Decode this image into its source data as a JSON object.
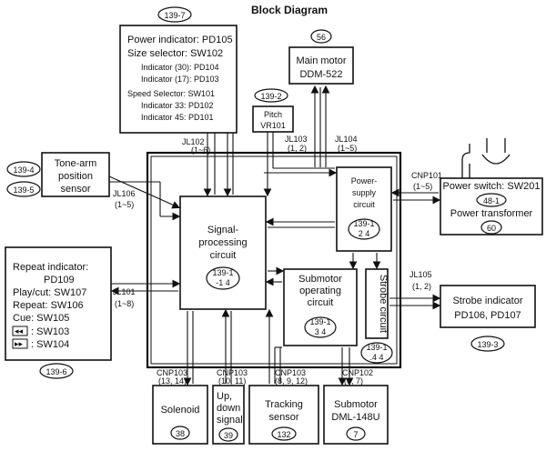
{
  "title": "Block Diagram",
  "blocks": {
    "top_indicator": {
      "ref": "139-7",
      "lines": [
        "Power indicator: PD105",
        "Size selector:     SW102",
        "Indicator (30): PD104",
        "Indicator (17): PD103",
        "Speed Selector:  SW101",
        "Indicator 33:  PD102",
        "Indicator 45:  PD101"
      ]
    },
    "main_motor": {
      "ref": "56",
      "line1": "Main motor",
      "line2": "DDM-522"
    },
    "pitch": {
      "ref": "139-2",
      "line1": "Pitch",
      "line2": "VR101"
    },
    "tonearm": {
      "refs": [
        "139-4",
        "139-5"
      ],
      "lines": [
        "Tone-arm",
        "position",
        "sensor"
      ]
    },
    "power_switch": {
      "line1": "Power switch: SW201",
      "ref1": "48-1",
      "line2": "Power transformer",
      "ref2": "60"
    },
    "repeat": {
      "ref": "139-6",
      "lines": [
        "Repeat indicator:",
        "PD109",
        "Play/cut: SW107",
        "Repeat:   SW106",
        "Cue:          SW105",
        ":       SW103",
        ":       SW104"
      ]
    },
    "strobe_indicator": {
      "ref": "139-3",
      "line1": "Strobe indicator",
      "line2": "PD106, PD107"
    },
    "signal": {
      "lines": [
        "Signal-",
        "processing",
        "circuit"
      ],
      "ref": "139-1\n-1 4"
    },
    "power_supply": {
      "lines": [
        "Power-",
        "supply",
        "circuit"
      ],
      "ref": "139-1\n2 4"
    },
    "submotor_op": {
      "lines": [
        "Submotor",
        "operating",
        "circuit"
      ],
      "ref": "139-1\n3 4"
    },
    "strobe_circuit": {
      "label": "Strobe circuit",
      "ref": "139-1\n4 4"
    },
    "solenoid": {
      "label": "Solenoid",
      "ref": "38"
    },
    "updown": {
      "lines": [
        "Up,",
        "down",
        "signal"
      ],
      "ref": "39"
    },
    "tracking": {
      "lines": [
        "Tracking",
        "sensor"
      ],
      "ref": "132"
    },
    "submotor": {
      "lines": [
        "Submotor",
        "DML-148U"
      ],
      "ref": "7"
    }
  },
  "connectors": {
    "jl102": [
      "JL102",
      "(1~6)"
    ],
    "jl103": [
      "JL103",
      "(1, 2)"
    ],
    "jl104": [
      "JL104",
      "(1~5)"
    ],
    "jl106": [
      "JL106",
      "(1~5)"
    ],
    "jl101": [
      "JL101",
      "(1~8)"
    ],
    "cnp101": [
      "CNP101",
      "(1~5)"
    ],
    "jl105": [
      "JL105",
      "(1, 2)"
    ],
    "cnp103a": [
      "CNP103",
      "(13, 14)"
    ],
    "cnp103b": [
      "CNP103",
      "(10, 11)"
    ],
    "cnp103c": [
      "CNP103",
      "(8, 9, 12)"
    ],
    "cnp102": [
      "CNP102",
      "(6, 7)"
    ]
  }
}
